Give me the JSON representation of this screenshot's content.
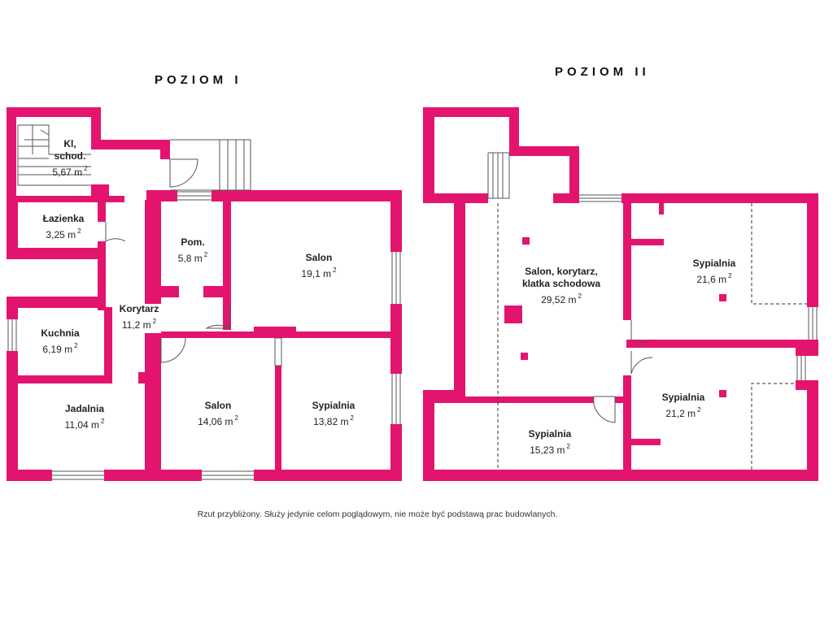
{
  "levels": [
    {
      "title": "POZIOM I",
      "rooms": [
        {
          "id": "kl",
          "name": "Kl,",
          "name2": "schod.",
          "area": "5,67 m",
          "sup": "2"
        },
        {
          "id": "lazienka",
          "name": "Łazienka",
          "area": "3,25 m",
          "sup": "2"
        },
        {
          "id": "pom",
          "name": "Pom.",
          "area": "5,8 m",
          "sup": "2"
        },
        {
          "id": "salon1",
          "name": "Salon",
          "area": "19,1 m",
          "sup": "2"
        },
        {
          "id": "korytarz",
          "name": "Korytarz",
          "area": "11,2 m",
          "sup": "2"
        },
        {
          "id": "kuchnia",
          "name": "Kuchnia",
          "area": "6,19 m",
          "sup": "2"
        },
        {
          "id": "jadalnia",
          "name": "Jadalnia",
          "area": "11,04 m",
          "sup": "2"
        },
        {
          "id": "salon2",
          "name": "Salon",
          "area": "14,06 m",
          "sup": "2"
        },
        {
          "id": "sypialnia1",
          "name": "Sypialnia",
          "area": "13,82 m",
          "sup": "2"
        }
      ]
    },
    {
      "title": "POZIOM II",
      "rooms": [
        {
          "id": "salonkor",
          "name": "Salon, korytarz,",
          "name2": "klatka schodowa",
          "area": "29,52 m",
          "sup": "2"
        },
        {
          "id": "syp216",
          "name": "Sypialnia",
          "area": "21,6 m",
          "sup": "2"
        },
        {
          "id": "syp212",
          "name": "Sypialnia",
          "area": "21,2 m",
          "sup": "2"
        },
        {
          "id": "syp1523",
          "name": "Sypialnia",
          "area": "15,23 m",
          "sup": "2"
        }
      ]
    }
  ],
  "note": "Rzut przybliżony. Służy jedynie celom poglądowym, nie może być podstawą prac budowlanych.",
  "colors": {
    "wall": "#e3146e",
    "line": "#555555",
    "background": "#ffffff"
  }
}
